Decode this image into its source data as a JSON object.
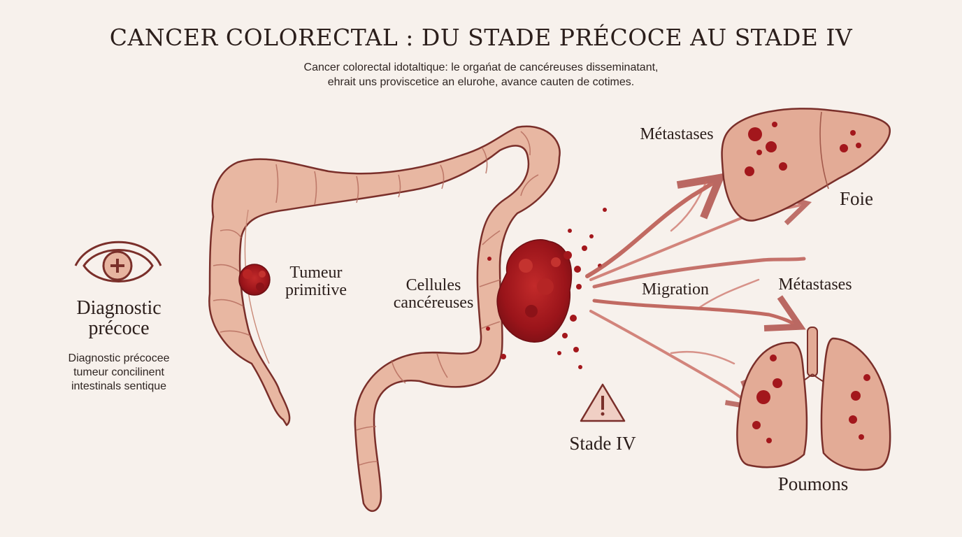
{
  "title": "CANCER COLORECTAL : DU STADE PRÉCOCE AU STADE IV",
  "subtitle": {
    "line1": "Cancer colorectal idotaltique: le orgańat de cancéreuses disseminatant,",
    "line2": "ehrait uns proviscetice an elurohe, avance cauten de cotimes."
  },
  "diagnostic": {
    "title_line1": "Diagnostic",
    "title_line2": "précoce",
    "desc_line1": "Diagnostic précocee",
    "desc_line2": "tumeur concilinent",
    "desc_line3": "intestinals sentique",
    "icon": "eye-plus-icon"
  },
  "labels": {
    "tumeur_line1": "Tumeur",
    "tumeur_line2": "primitive",
    "cellules_line1": "Cellules",
    "cellules_line2": "cancéreuses",
    "migration": "Migration",
    "metastases_top": "Métastases",
    "metastases_mid": "Métastases",
    "foie": "Foie",
    "poumons": "Poumons",
    "stade": "Stade IV"
  },
  "colors": {
    "tissue": "#e7b4a0",
    "tissue_dark": "#9c4a3e",
    "outline": "#7a2f2a",
    "tumor": "#a3171c",
    "background": "#f7f1ec"
  }
}
